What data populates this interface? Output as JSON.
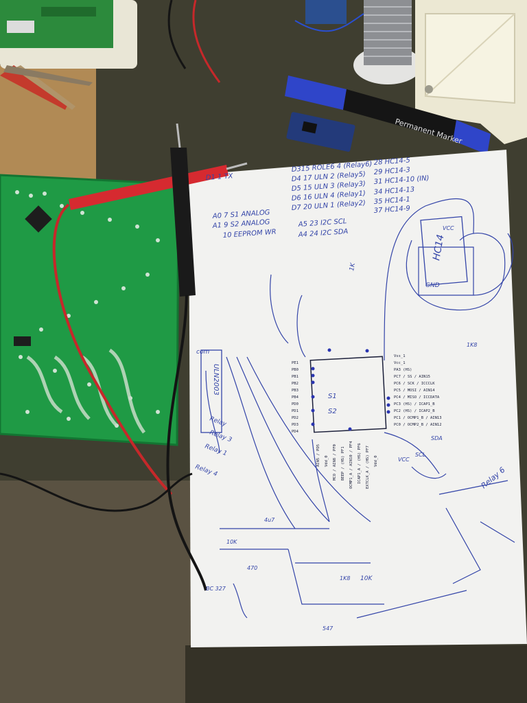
{
  "desk": {
    "surface_color": "#3f3e30",
    "floor_color": "#5a5242"
  },
  "marker": {
    "brand_label": "Permanent Marker",
    "cap_color": "#2f45c9"
  },
  "sketch": {
    "paper_color": "#f2f2f0",
    "ink_color": "#3344a8",
    "pin_notes": [
      "D1 1 TX",
      "D315 ROLE6 4 (Relay6)",
      "28 HC14-5",
      "D4 17 ULN 2 (Relay5)",
      "29 HC14-3",
      "D5 15 ULN 3 (Relay3)",
      "31 HC14-10 (IN)",
      "D6 16 ULN 4 (Relay1)",
      "34 HC14-13",
      "D7 20 ULN 1 (Relay2)",
      "35 HC14-1",
      "37 HC14-9",
      "A5 23 I2C SCL",
      "A4 24 I2C SDA",
      "A0 7 S1 ANALOG",
      "A1 9 S2 ANALOG",
      "10 EEPROM WR"
    ],
    "mcu_pins_left": [
      "PE1",
      "PB0",
      "PB1",
      "PB2",
      "PB3",
      "PB4",
      "PD0",
      "PD1",
      "PD2",
      "PD3",
      "PD4"
    ],
    "mcu_pins_right": [
      "Vss_1",
      "Vcc_1",
      "PA3 (HS)",
      "PC7 / SS / AIN15",
      "PC6 / SCK / ICCCLK",
      "PC5 / MOSI / AIN14",
      "PC4 / MISO / ICCDATA",
      "PC3 (HS) / ICAP1_B",
      "PC2 (HS) / ICAP2_B",
      "PC1 / OCMP1_B / AIN13",
      "PC0 / OCMP2_B / AIN12"
    ],
    "mcu_pins_bottom": [
      "AIN5 / PD5",
      "Vdd_0",
      "MCO / AIN8 / PF0",
      "BEEP / (HS) PF1",
      "OCMP1_A / AIN10 / PF4",
      "ICAP1_A / (HS) PF6",
      "EXTCLK_A / (HS) PF7",
      "Vdd_0"
    ],
    "labels": {
      "uln": "ULN2003",
      "hc14": "HC14",
      "relay6": "Relay 6",
      "relay3": "Relay 3",
      "relay1": "Relay 1",
      "relay4": "Relay 4",
      "relay_left": "Relay",
      "com": "com",
      "gnd": "GND",
      "vcc": "VCC",
      "scl": "SCL",
      "sda": "SDA",
      "s1": "S1",
      "s2": "S2",
      "bc327": "BC 327",
      "r1k": "1K",
      "r10k": "10K",
      "r1k8": "1K8",
      "r470": "470",
      "c47": "4u7",
      "sensor": "547"
    }
  }
}
